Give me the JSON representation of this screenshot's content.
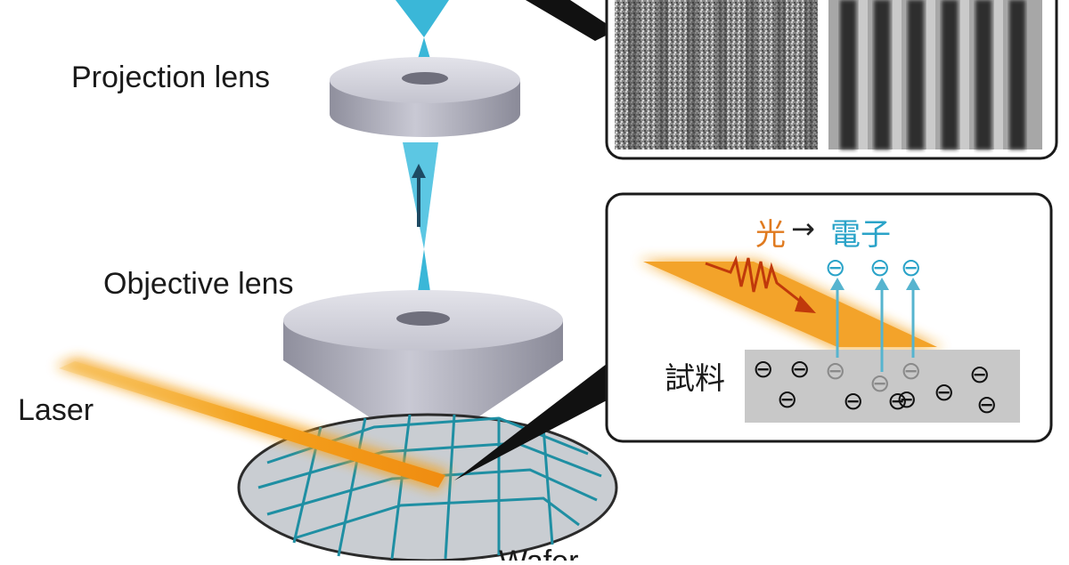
{
  "labels": {
    "projection_lens": "Projection lens",
    "objective_lens": "Objective lens",
    "laser": "Laser",
    "wafer_partial": "Wafer"
  },
  "inset_bottom": {
    "title_light": "光",
    "title_arrow": "→",
    "title_electron": "電子",
    "sample": "試料",
    "electron_symbol": "⊖"
  },
  "colors": {
    "beam": "#3ab7d8",
    "laser": "#f4a21e",
    "grid": "#1f8fa3",
    "lens": "#b9b9c6",
    "sample": "#c8c8c8",
    "light_text": "#e07a1f",
    "electron_text": "#2aa3c8"
  }
}
